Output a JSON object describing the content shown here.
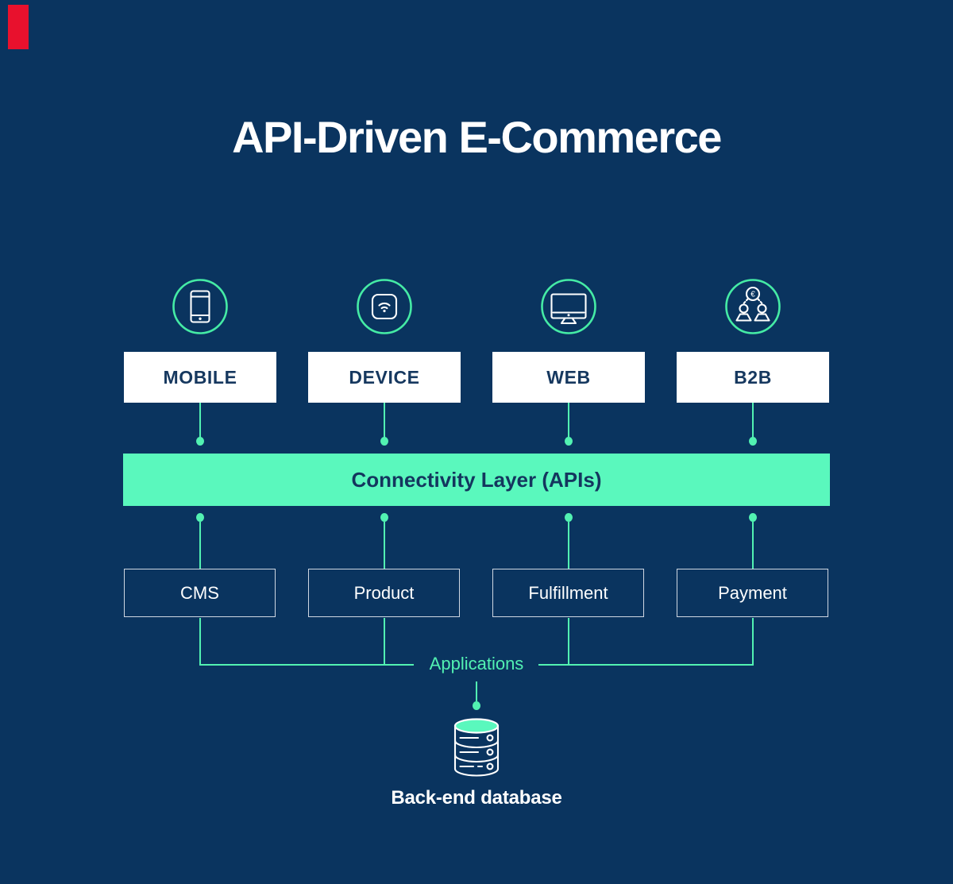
{
  "title": "API-Driven E-Commerce",
  "colors": {
    "background": "#0A345F",
    "accent_mint": "#52F2B2",
    "bar_fill": "#5AF8BD",
    "navy_text": "#16385F",
    "white": "#FFFFFF",
    "app_box_border": "#CFD7E2",
    "marker_red": "#E8112D"
  },
  "channels": [
    {
      "label": "MOBILE",
      "icon": "smartphone-icon"
    },
    {
      "label": "DEVICE",
      "icon": "iot-device-icon"
    },
    {
      "label": "WEB",
      "icon": "desktop-monitor-icon"
    },
    {
      "label": "B2B",
      "icon": "b2b-partners-icon",
      "coin_symbol": "€"
    }
  ],
  "connectivity_layer": {
    "label": "Connectivity Layer (APIs)"
  },
  "applications": {
    "group_label": "Applications",
    "items": [
      {
        "label": "CMS"
      },
      {
        "label": "Product"
      },
      {
        "label": "Fulfillment"
      },
      {
        "label": "Payment"
      }
    ]
  },
  "database": {
    "label": "Back-end database",
    "icon": "database-icon"
  }
}
